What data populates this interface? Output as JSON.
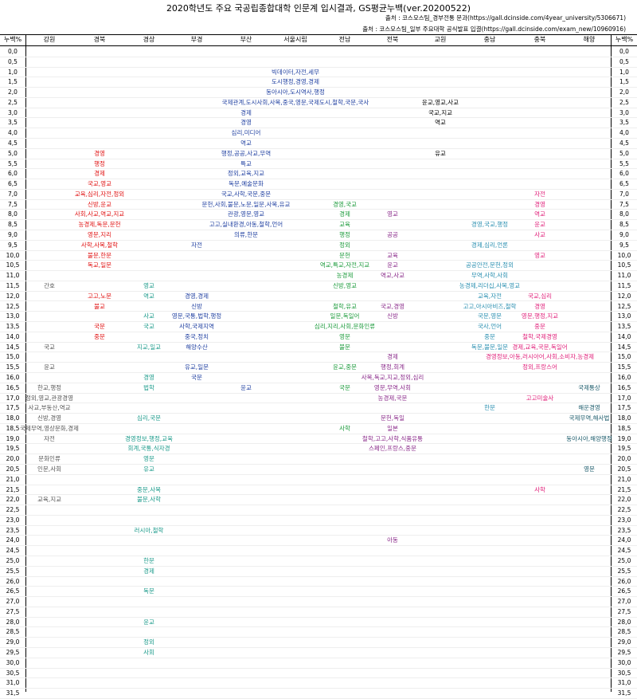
{
  "title": "2020학년도 주요 국공립종합대학 인문계 입시결과, GS평균누백(ver.20200522)",
  "sources": [
    "출처 : 코스모스팀_경부전통 문과(https://gall.dcinside.com/4year_university/5306671)",
    "출처 : 코스모스팀_일부 주요대학 공식발표 입결(https://gall.dcinside.com/exam_new/10960916)"
  ],
  "header_pct": "누백%",
  "columns": [
    "강원",
    "경북",
    "경상",
    "부경",
    "부산",
    "서울시립",
    "전남",
    "전북",
    "교원",
    "충남",
    "충북",
    "해양"
  ],
  "percentiles": [
    "0,0",
    "0,5",
    "1,0",
    "1,5",
    "2,0",
    "2,5",
    "3,0",
    "3,5",
    "4,0",
    "4,5",
    "5,0",
    "5,5",
    "6,0",
    "6,5",
    "7,0",
    "7,5",
    "8,0",
    "8,5",
    "9,0",
    "9,5",
    "10,0",
    "10,5",
    "11,0",
    "11,5",
    "12,0",
    "12,5",
    "13,0",
    "13,5",
    "14,0",
    "14,5",
    "15,0",
    "15,5",
    "16,0",
    "16,5",
    "17,0",
    "17,5",
    "18,0",
    "18,5",
    "19,0",
    "19,5",
    "20,0",
    "20,5",
    "21,0",
    "21,5",
    "22,0",
    "22,5",
    "23,0",
    "23,5",
    "24,0",
    "24,5",
    "25,0",
    "25,5",
    "26,0",
    "26,5",
    "27,0",
    "27,5",
    "28,0",
    "28,5",
    "29,0",
    "29,5",
    "30,0",
    "30,5",
    "31,0",
    "31,5"
  ],
  "colors": {
    "seoul": "#1f3fa0",
    "gyeongbuk": "#e01010",
    "jeonnam": "#1a9a3a",
    "jeonbuk": "#8a2a8a",
    "gyowon": "#000000",
    "chungnam": "#2a8fb0",
    "chungbuk": "#e0207a",
    "haeyang": "#1a5a6a",
    "gangwon": "#555555",
    "gyeongsang": "#1a9a8a",
    "bugyeong": "#1f3fa0",
    "busan": "#1f3fa0"
  },
  "entries": [
    {
      "row": 2,
      "col": "서울시립",
      "text": "빅데이터,자전,세무",
      "color": "seoul"
    },
    {
      "row": 3,
      "col": "서울시립",
      "text": "도시행정,경영,경제",
      "color": "seoul"
    },
    {
      "row": 4,
      "col": "서울시립",
      "text": "동아시아,도시역사,행정",
      "color": "seoul"
    },
    {
      "row": 5,
      "col": "서울시립",
      "text": "국제관계,도시사회,사복,중국,영문,국제도시,철학,국문,국사",
      "color": "seoul"
    },
    {
      "row": 5,
      "col": "교원",
      "text": "윤교,영교,사교",
      "color": "gyowon"
    },
    {
      "row": 6,
      "col": "부산",
      "text": "경제",
      "color": "busan"
    },
    {
      "row": 6,
      "col": "교원",
      "text": "국교,지교",
      "color": "gyowon"
    },
    {
      "row": 7,
      "col": "부산",
      "text": "경영",
      "color": "busan"
    },
    {
      "row": 7,
      "col": "교원",
      "text": "역교",
      "color": "gyowon"
    },
    {
      "row": 8,
      "col": "부산",
      "text": "심리,미디어",
      "color": "busan"
    },
    {
      "row": 9,
      "col": "부산",
      "text": "역교",
      "color": "busan"
    },
    {
      "row": 10,
      "col": "부산",
      "text": "행정,공공,사교,무역",
      "color": "busan"
    },
    {
      "row": 10,
      "col": "교원",
      "text": "유교",
      "color": "gyowon"
    },
    {
      "row": 10,
      "col": "경북",
      "text": "경영",
      "color": "gyeongbuk"
    },
    {
      "row": 11,
      "col": "경북",
      "text": "행정",
      "color": "gyeongbuk"
    },
    {
      "row": 11,
      "col": "부산",
      "text": "특교",
      "color": "busan"
    },
    {
      "row": 12,
      "col": "경북",
      "text": "경제",
      "color": "gyeongbuk"
    },
    {
      "row": 12,
      "col": "부산",
      "text": "정외,교육,지교",
      "color": "busan"
    },
    {
      "row": 13,
      "col": "경북",
      "text": "국교,영교",
      "color": "gyeongbuk"
    },
    {
      "row": 13,
      "col": "부산",
      "text": "독문,예술문화",
      "color": "busan"
    },
    {
      "row": 14,
      "col": "경북",
      "text": "교육,심리,자전,정외",
      "color": "gyeongbuk"
    },
    {
      "row": 14,
      "col": "부산",
      "text": "국교,사학,국문,중문",
      "color": "busan"
    },
    {
      "row": 14,
      "col": "충북",
      "text": "자전",
      "color": "chungbuk"
    },
    {
      "row": 15,
      "col": "경북",
      "text": "신방,윤교",
      "color": "gyeongbuk"
    },
    {
      "row": 15,
      "col": "부산",
      "text": "문헌,사회,불문,노문,일문,사복,유교",
      "color": "busan"
    },
    {
      "row": 15,
      "col": "전남",
      "text": "경영,국교",
      "color": "jeonnam"
    },
    {
      "row": 15,
      "col": "충북",
      "text": "경영",
      "color": "chungbuk"
    },
    {
      "row": 16,
      "col": "경북",
      "text": "사회,사교,역교,지교",
      "color": "gyeongbuk"
    },
    {
      "row": 16,
      "col": "부산",
      "text": "관광,영문,영교",
      "color": "busan"
    },
    {
      "row": 16,
      "col": "전남",
      "text": "경제",
      "color": "jeonnam"
    },
    {
      "row": 16,
      "col": "전북",
      "text": "영교",
      "color": "jeonbuk"
    },
    {
      "row": 16,
      "col": "충북",
      "text": "역교",
      "color": "chungbuk"
    },
    {
      "row": 17,
      "col": "경북",
      "text": "농경제,독문,문헌",
      "color": "gyeongbuk"
    },
    {
      "row": 17,
      "col": "부산",
      "text": "고고,실내환경,아동,철학,언어",
      "color": "busan"
    },
    {
      "row": 17,
      "col": "전남",
      "text": "교육",
      "color": "jeonnam"
    },
    {
      "row": 17,
      "col": "충남",
      "text": "경영,국교,행정",
      "color": "chungnam"
    },
    {
      "row": 17,
      "col": "충북",
      "text": "윤교",
      "color": "chungbuk"
    },
    {
      "row": 18,
      "col": "경북",
      "text": "영문,지리",
      "color": "gyeongbuk"
    },
    {
      "row": 18,
      "col": "부산",
      "text": "의류,한문",
      "color": "busan"
    },
    {
      "row": 18,
      "col": "전남",
      "text": "행정",
      "color": "jeonnam"
    },
    {
      "row": 18,
      "col": "전북",
      "text": "공공",
      "color": "jeonbuk"
    },
    {
      "row": 18,
      "col": "충북",
      "text": "사교",
      "color": "chungbuk"
    },
    {
      "row": 19,
      "col": "경북",
      "text": "사학,사복,철학",
      "color": "gyeongbuk"
    },
    {
      "row": 19,
      "col": "부경",
      "text": "자전",
      "color": "bugyeong"
    },
    {
      "row": 19,
      "col": "전남",
      "text": "정외",
      "color": "jeonnam"
    },
    {
      "row": 19,
      "col": "충남",
      "text": "경제,심리,언론",
      "color": "chungnam"
    },
    {
      "row": 20,
      "col": "경북",
      "text": "불문,한문",
      "color": "gyeongbuk"
    },
    {
      "row": 20,
      "col": "전남",
      "text": "문헌",
      "color": "jeonnam"
    },
    {
      "row": 20,
      "col": "전북",
      "text": "교육",
      "color": "jeonbuk"
    },
    {
      "row": 20,
      "col": "충북",
      "text": "영교",
      "color": "chungbuk"
    },
    {
      "row": 21,
      "col": "경북",
      "text": "독교,일문",
      "color": "gyeongbuk"
    },
    {
      "row": 21,
      "col": "전남",
      "text": "역교,특교,자전,지교",
      "color": "jeonnam"
    },
    {
      "row": 21,
      "col": "전북",
      "text": "윤교",
      "color": "jeonbuk"
    },
    {
      "row": 21,
      "col": "충남",
      "text": "공공안전,문헌,정외",
      "color": "chungnam"
    },
    {
      "row": 22,
      "col": "전남",
      "text": "농경제",
      "color": "jeonnam"
    },
    {
      "row": 22,
      "col": "전북",
      "text": "역교,사교",
      "color": "jeonbuk"
    },
    {
      "row": 22,
      "col": "충남",
      "text": "무역,사학,사회",
      "color": "chungnam"
    },
    {
      "row": 23,
      "col": "강원",
      "text": "간호",
      "color": "gangwon"
    },
    {
      "row": 23,
      "col": "경상",
      "text": "영교",
      "color": "gyeongsang"
    },
    {
      "row": 23,
      "col": "전남",
      "text": "신방,영교",
      "color": "jeonnam"
    },
    {
      "row": 23,
      "col": "충남",
      "text": "농경제,리더십,사복,영교",
      "color": "chungnam"
    },
    {
      "row": 24,
      "col": "경북",
      "text": "고고,노문",
      "color": "gyeongbuk"
    },
    {
      "row": 24,
      "col": "경상",
      "text": "역교",
      "color": "gyeongsang"
    },
    {
      "row": 24,
      "col": "부경",
      "text": "경영,경제",
      "color": "bugyeong"
    },
    {
      "row": 24,
      "col": "충남",
      "text": "교육,자전",
      "color": "chungnam"
    },
    {
      "row": 24,
      "col": "충북",
      "text": "국교,심리",
      "color": "chungbuk"
    },
    {
      "row": 25,
      "col": "경북",
      "text": "불교",
      "color": "gyeongbuk"
    },
    {
      "row": 25,
      "col": "부경",
      "text": "신방",
      "color": "bugyeong"
    },
    {
      "row": 25,
      "col": "전남",
      "text": "철학,유교",
      "color": "jeonnam"
    },
    {
      "row": 25,
      "col": "전북",
      "text": "국교,경영",
      "color": "jeonbuk"
    },
    {
      "row": 25,
      "col": "충남",
      "text": "고고,아시아비즈,철학",
      "color": "chungnam"
    },
    {
      "row": 25,
      "col": "충북",
      "text": "경영",
      "color": "chungbuk"
    },
    {
      "row": 26,
      "col": "경상",
      "text": "사교",
      "color": "gyeongsang"
    },
    {
      "row": 26,
      "col": "부경",
      "text": "영문,국통,법학,행정",
      "color": "bugyeong"
    },
    {
      "row": 26,
      "col": "전남",
      "text": "일문,독일어",
      "color": "jeonnam"
    },
    {
      "row": 26,
      "col": "전북",
      "text": "신방",
      "color": "jeonbuk"
    },
    {
      "row": 26,
      "col": "충남",
      "text": "국문,영문",
      "color": "chungnam"
    },
    {
      "row": 26,
      "col": "충북",
      "text": "영문,행정,지교",
      "color": "chungbuk"
    },
    {
      "row": 27,
      "col": "경북",
      "text": "국문",
      "color": "gyeongbuk"
    },
    {
      "row": 27,
      "col": "경상",
      "text": "국교",
      "color": "gyeongsang"
    },
    {
      "row": 27,
      "col": "부경",
      "text": "사학,국제지역",
      "color": "bugyeong"
    },
    {
      "row": 27,
      "col": "전남",
      "text": "심리,지리,사회,문화인류",
      "color": "jeonnam"
    },
    {
      "row": 27,
      "col": "충남",
      "text": "국사,언어",
      "color": "chungnam"
    },
    {
      "row": 27,
      "col": "충북",
      "text": "중문",
      "color": "chungbuk"
    },
    {
      "row": 28,
      "col": "경북",
      "text": "중문",
      "color": "gyeongbuk"
    },
    {
      "row": 28,
      "col": "부경",
      "text": "중국,정치",
      "color": "bugyeong"
    },
    {
      "row": 28,
      "col": "전남",
      "text": "영문",
      "color": "jeonnam"
    },
    {
      "row": 28,
      "col": "충남",
      "text": "중문",
      "color": "chungnam"
    },
    {
      "row": 28,
      "col": "충북",
      "text": "철학,국제경영",
      "color": "chungbuk"
    },
    {
      "row": 29,
      "col": "강원",
      "text": "국교",
      "color": "gangwon"
    },
    {
      "row": 29,
      "col": "경상",
      "text": "지교,일교",
      "color": "gyeongsang"
    },
    {
      "row": 29,
      "col": "부경",
      "text": "해양수산",
      "color": "bugyeong"
    },
    {
      "row": 29,
      "col": "전남",
      "text": "불문",
      "color": "jeonnam"
    },
    {
      "row": 29,
      "col": "충남",
      "text": "독문,불문,일문",
      "color": "chungnam"
    },
    {
      "row": 29,
      "col": "충북",
      "text": "경제,교육,국문,독일어",
      "color": "chungbuk"
    },
    {
      "row": 30,
      "col": "전북",
      "text": "경제",
      "color": "jeonbuk"
    },
    {
      "row": 30,
      "col": "충북",
      "text": "경영정보,아동,러시아어,사회,소비자,농경제",
      "color": "chungbuk"
    },
    {
      "row": 31,
      "col": "강원",
      "text": "윤교",
      "color": "gangwon"
    },
    {
      "row": 31,
      "col": "부경",
      "text": "유교,일문",
      "color": "bugyeong"
    },
    {
      "row": 31,
      "col": "전남",
      "text": "윤교,중문",
      "color": "jeonnam"
    },
    {
      "row": 31,
      "col": "전북",
      "text": "행정,회계",
      "color": "jeonbuk"
    },
    {
      "row": 31,
      "col": "충북",
      "text": "정외,프랑스어",
      "color": "chungbuk"
    },
    {
      "row": 32,
      "col": "경상",
      "text": "경영",
      "color": "gyeongsang"
    },
    {
      "row": 32,
      "col": "부경",
      "text": "국문",
      "color": "bugyeong"
    },
    {
      "row": 32,
      "col": "전북",
      "text": "사복,독교,지교,정외,심리",
      "color": "jeonbuk"
    },
    {
      "row": 33,
      "col": "강원",
      "text": "한교,행정",
      "color": "gangwon"
    },
    {
      "row": 33,
      "col": "경상",
      "text": "법학",
      "color": "gyeongsang"
    },
    {
      "row": 33,
      "col": "부산",
      "text": "윤교",
      "color": "busan"
    },
    {
      "row": 33,
      "col": "전남",
      "text": "국문",
      "color": "jeonnam"
    },
    {
      "row": 33,
      "col": "전북",
      "text": "영문,무역,사회",
      "color": "jeonbuk"
    },
    {
      "row": 33,
      "col": "해양",
      "text": "국제통상",
      "color": "haeyang"
    },
    {
      "row": 34,
      "col": "강원",
      "text": "정외,영교,관광경영",
      "color": "gangwon"
    },
    {
      "row": 34,
      "col": "전북",
      "text": "농경제,국문",
      "color": "jeonbuk"
    },
    {
      "row": 34,
      "col": "충북",
      "text": "고고미술사",
      "color": "chungbuk"
    },
    {
      "row": 35,
      "col": "강원",
      "text": "사교,부동산,역교",
      "color": "gangwon"
    },
    {
      "row": 35,
      "col": "충남",
      "text": "한문",
      "color": "chungnam"
    },
    {
      "row": 35,
      "col": "해양",
      "text": "해운경영",
      "color": "haeyang"
    },
    {
      "row": 36,
      "col": "강원",
      "text": "신방,경영",
      "color": "gangwon"
    },
    {
      "row": 36,
      "col": "경상",
      "text": "심리,국문",
      "color": "gyeongsang"
    },
    {
      "row": 36,
      "col": "전북",
      "text": "문헌,독일",
      "color": "jeonbuk"
    },
    {
      "row": 36,
      "col": "해양",
      "text": "국제무역,해사법",
      "color": "haeyang"
    },
    {
      "row": 37,
      "col": "강원",
      "text": "국제무역,영상문화,경제",
      "color": "gangwon"
    },
    {
      "row": 37,
      "col": "전남",
      "text": "사학",
      "color": "jeonnam"
    },
    {
      "row": 37,
      "col": "전북",
      "text": "일본",
      "color": "jeonbuk"
    },
    {
      "row": 38,
      "col": "강원",
      "text": "자전",
      "color": "gangwon"
    },
    {
      "row": 38,
      "col": "경상",
      "text": "경영정보,행정,교육",
      "color": "gyeongsang"
    },
    {
      "row": 38,
      "col": "전북",
      "text": "철학,고고,사학,식품유통",
      "color": "jeonbuk"
    },
    {
      "row": 38,
      "col": "해양",
      "text": "동아시아,해양행정",
      "color": "haeyang"
    },
    {
      "row": 39,
      "col": "경상",
      "text": "회계,국통,식자경",
      "color": "gyeongsang"
    },
    {
      "row": 39,
      "col": "전북",
      "text": "스페인,프랑스,중문",
      "color": "jeonbuk"
    },
    {
      "row": 40,
      "col": "강원",
      "text": "문화인류",
      "color": "gangwon"
    },
    {
      "row": 40,
      "col": "경상",
      "text": "영문",
      "color": "gyeongsang"
    },
    {
      "row": 41,
      "col": "강원",
      "text": "인문,사회",
      "color": "gangwon"
    },
    {
      "row": 41,
      "col": "경상",
      "text": "유교",
      "color": "gyeongsang"
    },
    {
      "row": 41,
      "col": "해양",
      "text": "영문",
      "color": "haeyang"
    },
    {
      "row": 43,
      "col": "경상",
      "text": "중문,사복",
      "color": "gyeongsang"
    },
    {
      "row": 43,
      "col": "충북",
      "text": "사학",
      "color": "chungbuk"
    },
    {
      "row": 44,
      "col": "강원",
      "text": "교육,지교",
      "color": "gangwon"
    },
    {
      "row": 44,
      "col": "경상",
      "text": "불문,사학",
      "color": "gyeongsang"
    },
    {
      "row": 47,
      "col": "경상",
      "text": "러시아,철학",
      "color": "gyeongsang"
    },
    {
      "row": 48,
      "col": "전북",
      "text": "아동",
      "color": "jeonbuk"
    },
    {
      "row": 50,
      "col": "경상",
      "text": "한문",
      "color": "gyeongsang"
    },
    {
      "row": 51,
      "col": "경상",
      "text": "경제",
      "color": "gyeongsang"
    },
    {
      "row": 53,
      "col": "경상",
      "text": "독문",
      "color": "gyeongsang"
    },
    {
      "row": 56,
      "col": "경상",
      "text": "윤교",
      "color": "gyeongsang"
    },
    {
      "row": 58,
      "col": "경상",
      "text": "정외",
      "color": "gyeongsang"
    },
    {
      "row": 59,
      "col": "경상",
      "text": "사회",
      "color": "gyeongsang"
    }
  ]
}
